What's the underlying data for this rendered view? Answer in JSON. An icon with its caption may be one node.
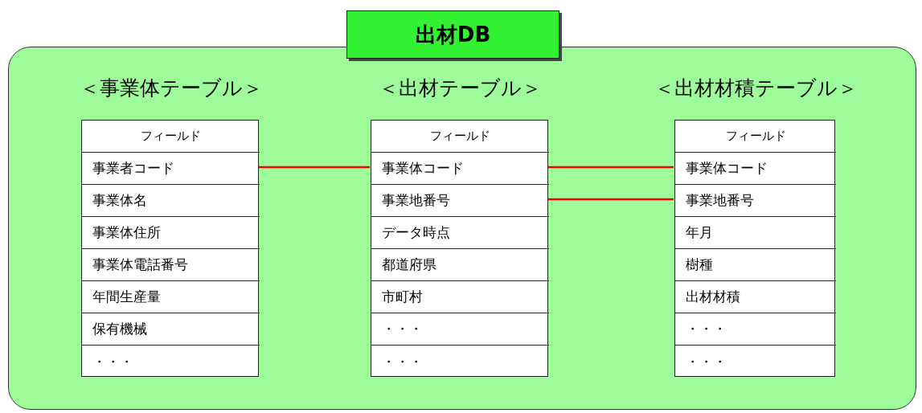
{
  "diagram": {
    "nodes": [
      {
        "text": [
          "出材DB"
        ]
      },
      {
        "text": [
          "＜事業体テーブル＞"
        ],
        "in": 0
      },
      {
        "text": [
          "フィールド"
        ],
        "in": 1
      },
      {
        "text": [
          "事業者コード"
        ],
        "in": 1
      },
      {
        "text": [
          "事業体名"
        ],
        "in": 1
      },
      {
        "text": [
          "事業体住所"
        ],
        "in": 1
      },
      {
        "text": [
          "事業体電話番号"
        ],
        "in": 1
      },
      {
        "text": [
          "年間生産量"
        ],
        "in": 1
      },
      {
        "text": [
          "保有機械"
        ],
        "in": 1
      },
      {
        "text": [
          "・・・"
        ],
        "in": 1
      },
      {
        "text": [
          "＜出材テーブル＞"
        ],
        "in": 0
      },
      {
        "text": [
          "フィールド"
        ],
        "in": 10
      },
      {
        "text": [
          "事業体コード"
        ],
        "in": 10
      },
      {
        "text": [
          "事業地番号"
        ],
        "in": 10
      },
      {
        "text": [
          "データ時点"
        ],
        "in": 10
      },
      {
        "text": [
          "都道府県"
        ],
        "in": 10
      },
      {
        "text": [
          "市町村"
        ],
        "in": 10
      },
      {
        "text": [
          "・・・"
        ],
        "in": 10
      },
      {
        "text": [
          "・・・"
        ],
        "in": 10
      },
      {
        "text": [
          "＜出材材積テーブル＞"
        ],
        "in": 0
      },
      {
        "text": [
          "フィールド"
        ],
        "in": 19
      },
      {
        "text": [
          "事業体コード"
        ],
        "in": 19
      },
      {
        "text": [
          "事業地番号"
        ],
        "in": 19
      },
      {
        "text": [
          "年月"
        ],
        "in": 19
      },
      {
        "text": [
          "樹種"
        ],
        "in": 19
      },
      {
        "text": [
          "出材材積"
        ],
        "in": 19
      },
      {
        "text": [
          "・・・"
        ],
        "in": 19
      },
      {
        "text": [
          "・・・"
        ],
        "in": 19
      }
    ],
    "edges": [
      {
        "from": 3,
        "to": 12,
        "arrow": "none"
      },
      {
        "from": 12,
        "to": 21,
        "arrow": "none"
      },
      {
        "from": 13,
        "to": 22,
        "arrow": "none"
      }
    ]
  }
}
